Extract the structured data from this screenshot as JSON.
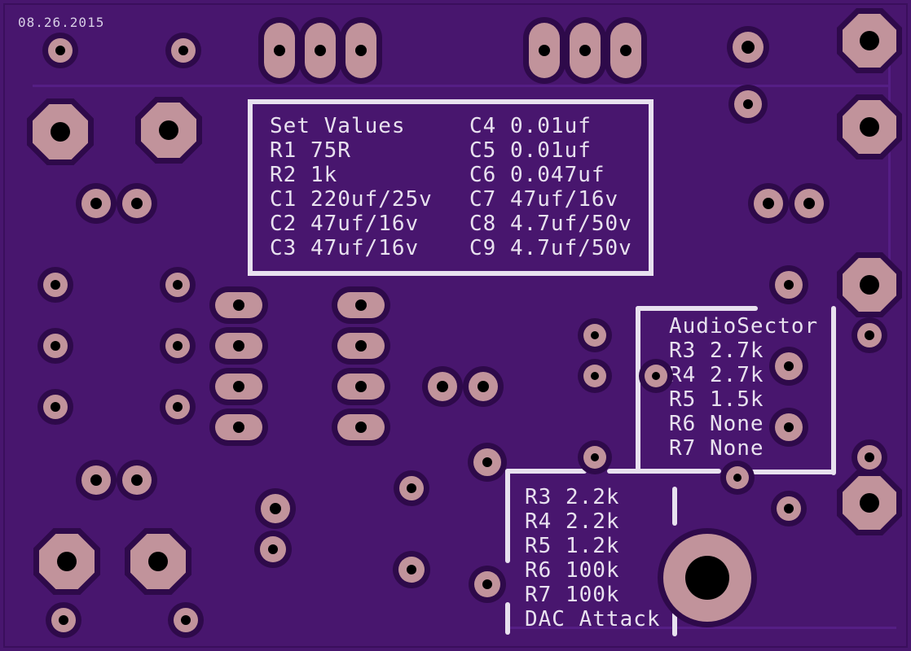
{
  "board": {
    "date": "08.26.2015",
    "set_values_box": {
      "col1": [
        "Set Values",
        "R1 75R",
        "R2 1k",
        "C1 220uf/25v",
        "C2 47uf/16v",
        "C3 47uf/16v"
      ],
      "col2": [
        "C4 0.01uf",
        "C5 0.01uf",
        "C6 0.047uf",
        "C7 47uf/16v",
        "C8 4.7uf/50v",
        "C9 4.7uf/50v"
      ]
    },
    "audiosector_box": {
      "lines": [
        "AudioSector",
        "R3 2.7k",
        "R4 2.7k",
        "R5 1.5k",
        "R6 None",
        "R7 None"
      ]
    },
    "dac_box": {
      "lines": [
        "R3 2.2k",
        "R4 2.2k",
        "R5 1.2k",
        "R6 100k",
        "R7 100k",
        "DAC Attack"
      ]
    },
    "colors": {
      "board": "#48166e",
      "pad_copper": "#c1939b",
      "silkscreen": "#e8e1ef",
      "solder_mask_clearance": "#2e0a4a",
      "drill": "#000000"
    }
  }
}
